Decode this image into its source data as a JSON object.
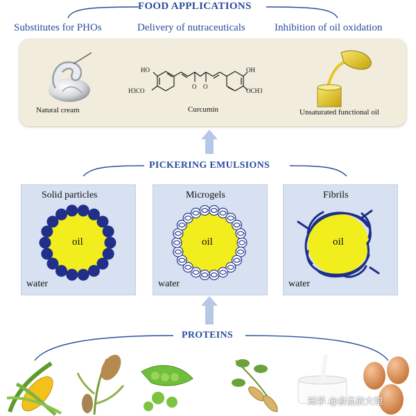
{
  "food_applications": {
    "title": "FOOD APPLICATIONS",
    "headers": [
      "Substitutes for PHOs",
      "Delivery of nutraceuticals",
      "Inhibition of  oil oxidation"
    ],
    "items": {
      "natural_cream": "Natural cream",
      "curcumin": "Curcumin",
      "curcumin_groups": [
        "HO",
        "H3CO",
        "O",
        "O",
        "OH",
        "OCH3"
      ],
      "oil": "Unsaturated functional oil"
    }
  },
  "pickering": {
    "title": "PICKERING EMULSIONS",
    "boxes": [
      {
        "label": "Solid particles",
        "oil": "oil",
        "water": "water"
      },
      {
        "label": "Microgels",
        "oil": "oil",
        "water": "water"
      },
      {
        "label": "Fibrils",
        "oil": "oil",
        "water": "water"
      }
    ]
  },
  "proteins": {
    "title": "PROTEINS",
    "sources": [
      "corn",
      "millet",
      "pea",
      "peanut",
      "milk",
      "egg"
    ]
  },
  "watermark": "知乎 @食品放大镜",
  "colors": {
    "title_blue": "#2a4d9b",
    "oil_yellow": "#f2ee1e",
    "particle_blue": "#1f2f8a",
    "box_bg": "#d8e1f1",
    "panel_bg": "#f1ecdc",
    "arrow": "#b7c7e6"
  },
  "icons": [
    "cream-icon",
    "curcumin-structure",
    "oil-pour-icon",
    "corn-icon",
    "millet-icon",
    "pea-icon",
    "peanut-icon",
    "milk-icon",
    "egg-icon"
  ]
}
